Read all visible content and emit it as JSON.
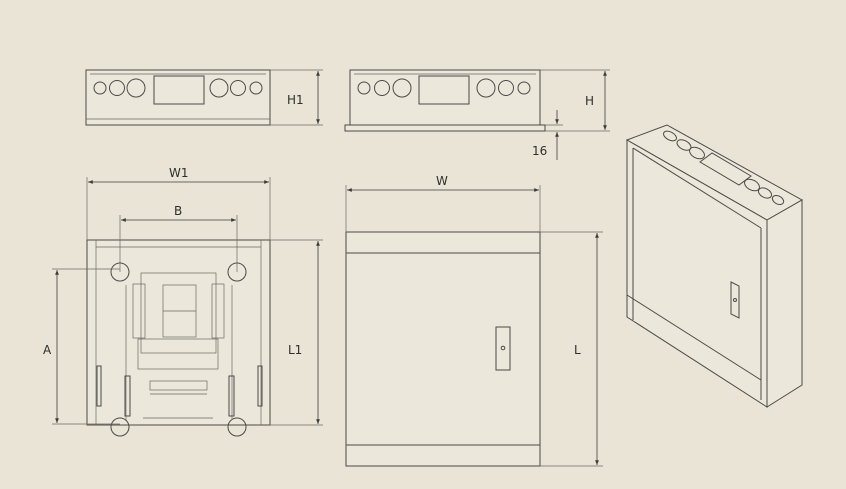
{
  "dimensions": {
    "w1": "W1",
    "b": "B",
    "h1": "H1",
    "h": "H",
    "flange": "16",
    "w": "W",
    "a": "A",
    "l1": "L1",
    "l": "L"
  },
  "colors": {
    "background": "#e9e4d5",
    "line": "#4a4a48"
  }
}
